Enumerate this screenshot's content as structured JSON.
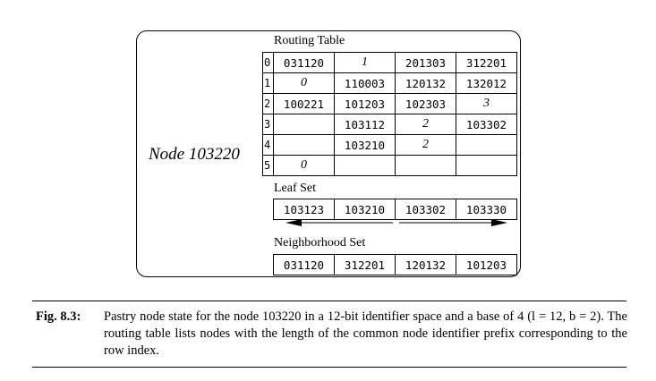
{
  "node_label": "Node 103220",
  "routing": {
    "title": "Routing Table",
    "rows": [
      {
        "index": "0",
        "cells": [
          {
            "v": "031120"
          },
          {
            "v": "1",
            "digit": true
          },
          {
            "v": "201303"
          },
          {
            "v": "312201"
          }
        ]
      },
      {
        "index": "1",
        "cells": [
          {
            "v": "0",
            "digit": true
          },
          {
            "v": "110003"
          },
          {
            "v": "120132"
          },
          {
            "v": "132012"
          }
        ]
      },
      {
        "index": "2",
        "cells": [
          {
            "v": "100221"
          },
          {
            "v": "101203"
          },
          {
            "v": "102303"
          },
          {
            "v": "3",
            "digit": true
          }
        ]
      },
      {
        "index": "3",
        "cells": [
          {
            "v": ""
          },
          {
            "v": "103112"
          },
          {
            "v": "2",
            "digit": true
          },
          {
            "v": "103302"
          }
        ]
      },
      {
        "index": "4",
        "cells": [
          {
            "v": ""
          },
          {
            "v": "103210"
          },
          {
            "v": "2",
            "digit": true
          },
          {
            "v": ""
          }
        ]
      },
      {
        "index": "5",
        "cells": [
          {
            "v": "0",
            "digit": true
          },
          {
            "v": ""
          },
          {
            "v": ""
          },
          {
            "v": ""
          }
        ]
      }
    ]
  },
  "leaf_set": {
    "title": "Leaf Set",
    "cells": [
      "103123",
      "103210",
      "103302",
      "103330"
    ]
  },
  "neighborhood_set": {
    "title": "Neighborhood Set",
    "cells": [
      "031120",
      "312201",
      "120132",
      "101203"
    ]
  },
  "caption": {
    "label": "Fig. 8.3:",
    "text": "Pastry node state for the node 103220 in a 12-bit identifier space and a base of 4 (l = 12, b = 2). The routing table lists nodes with the length of the common node identifier prefix corresponding to the row index."
  }
}
